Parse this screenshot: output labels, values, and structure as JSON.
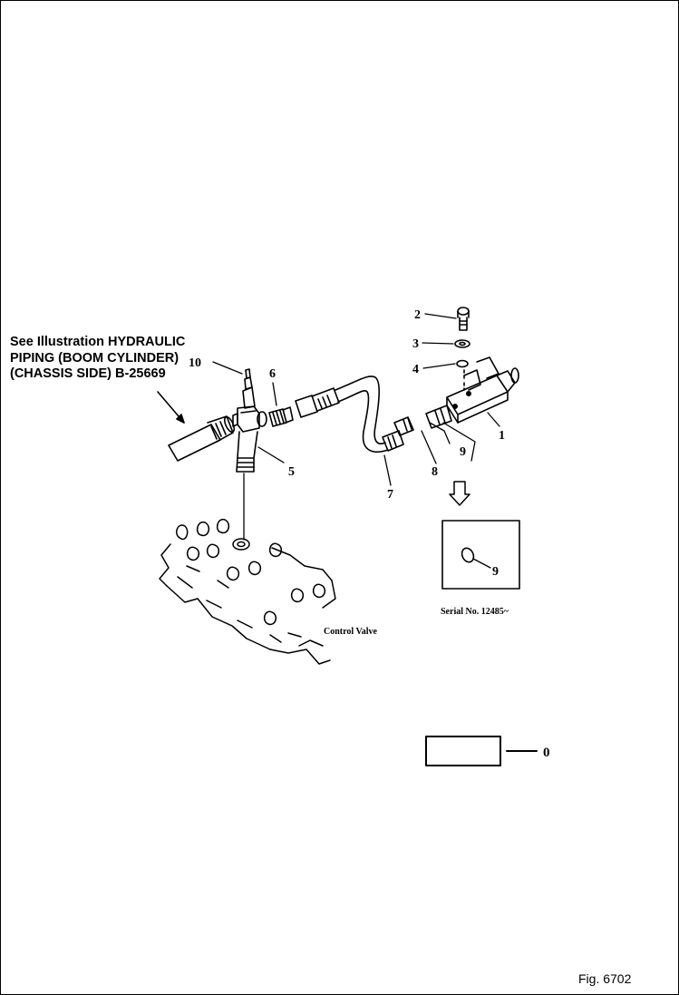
{
  "note": {
    "line1": "See Illustration HYDRAULIC",
    "line2": "PIPING (BOOM CYLINDER)",
    "line3": "(CHASSIS SIDE) B-25669"
  },
  "callouts": {
    "c1": "1",
    "c2": "2",
    "c3": "3",
    "c4": "4",
    "c5": "5",
    "c6": "6",
    "c7": "7",
    "c8": "8",
    "c9a": "9",
    "c10": "10"
  },
  "inset": {
    "label": "9",
    "serial": "Serial No. 12485~"
  },
  "control_valve_label": "Control Valve",
  "kit": {
    "label": "0"
  },
  "figure_number": "Fig. 6702"
}
